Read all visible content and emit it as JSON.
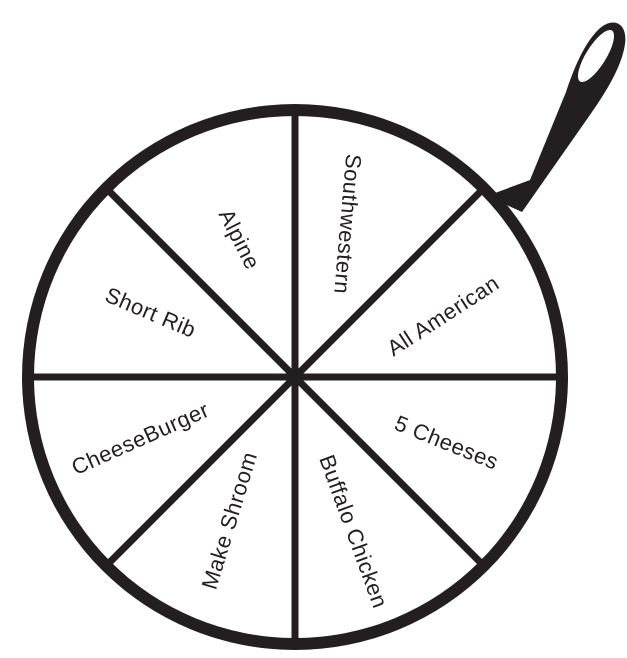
{
  "colors": {
    "pan": "#231f20",
    "background": "#ffffff"
  },
  "slices": [
    {
      "label": "Southwestern"
    },
    {
      "label": "All American"
    },
    {
      "label": "5 Cheeses"
    },
    {
      "label": "Buffalo Chicken"
    },
    {
      "label": "Make Shroom"
    },
    {
      "label": "CheeseBurger"
    },
    {
      "label": "Short Rib"
    },
    {
      "label": "Alpine"
    }
  ]
}
